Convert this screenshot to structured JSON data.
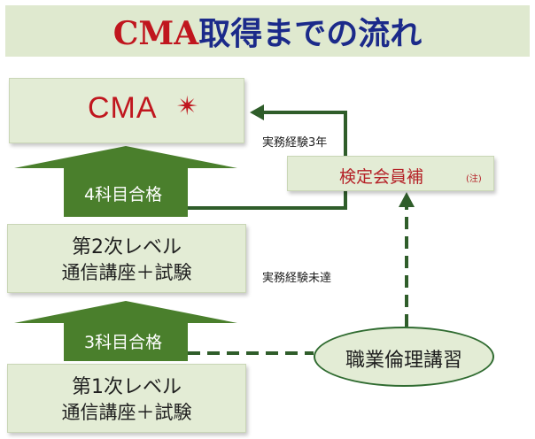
{
  "title": {
    "cma": "CMA",
    "rest": "取得までの流れ"
  },
  "boxes": {
    "cma": {
      "logo": "CMA"
    },
    "level2": {
      "line1": "第2次レベル",
      "line2": "通信講座＋試験"
    },
    "level1": {
      "line1": "第1次レベル",
      "line2": "通信講座＋試験"
    },
    "kentei": {
      "label": "検定会員補",
      "note": "(注)"
    }
  },
  "arrows": {
    "upper": "4科目合格",
    "lower": "3科目合格"
  },
  "notes": {
    "experience_3yr": "実務経験3年",
    "experience_insufficient": "実務経験未達"
  },
  "oval": {
    "label": "職業倫理講習"
  },
  "colors": {
    "arrow_green": "#4a7f2c",
    "box_fill": "#e3ecd5",
    "title_red": "#c0161e",
    "title_navy": "#1b2a8a",
    "line_dark_green": "#2f5d2a"
  }
}
